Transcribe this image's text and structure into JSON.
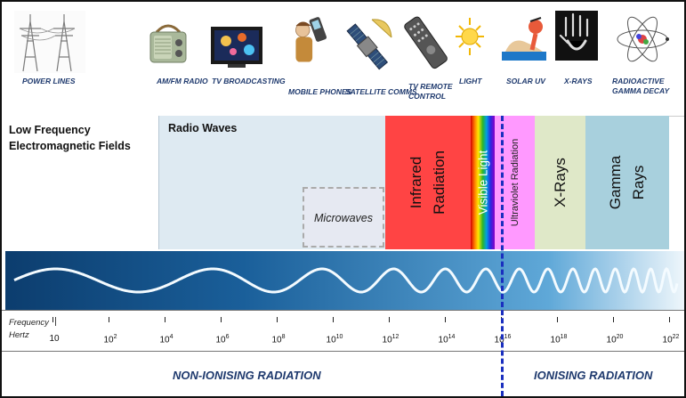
{
  "sources": [
    {
      "id": "power-lines",
      "label": "POWER LINES",
      "icon": "power-lines-icon"
    },
    {
      "id": "radio",
      "label": "AM/FM RADIO",
      "icon": "radio-icon"
    },
    {
      "id": "tv",
      "label": "TV BROADCASTING",
      "icon": "television-icon"
    },
    {
      "id": "mobile",
      "label": "MOBILE PHONES",
      "icon": "mobile-phone-icon"
    },
    {
      "id": "satellite",
      "label": "SATELLITE COMMS",
      "icon": "satellite-icon"
    },
    {
      "id": "remote",
      "label": "TV REMOTE CONTROL",
      "icon": "remote-control-icon"
    },
    {
      "id": "light",
      "label": "LIGHT",
      "icon": "sun-icon"
    },
    {
      "id": "solar-uv",
      "label": "SOLAR UV",
      "icon": "sunbather-icon"
    },
    {
      "id": "xrays",
      "label": "X-RAYS",
      "icon": "xray-hand-icon"
    },
    {
      "id": "gamma",
      "label": "RADIOACTIVE GAMMA DECAY",
      "icon": "atom-icon"
    }
  ],
  "bands": {
    "low_freq": "Low Frequency Electromagnetic Fields",
    "radio": "Radio Waves",
    "microwaves": "Microwaves",
    "infrared_1": "Infrared",
    "infrared_2": "Radiation",
    "visible": "Visible Light",
    "ultraviolet": "Ultraviolet Radiation",
    "xrays": "X-Rays",
    "gamma_1": "Gamma",
    "gamma_2": "Rays"
  },
  "frequency": {
    "label_1": "Frequency",
    "label_2": "Hertz",
    "ticks": [
      {
        "base": "10",
        "exp": ""
      },
      {
        "base": "10",
        "exp": "2"
      },
      {
        "base": "10",
        "exp": "4"
      },
      {
        "base": "10",
        "exp": "6"
      },
      {
        "base": "10",
        "exp": "8"
      },
      {
        "base": "10",
        "exp": "10"
      },
      {
        "base": "10",
        "exp": "12"
      },
      {
        "base": "10",
        "exp": "14"
      },
      {
        "base": "10",
        "exp": "16"
      },
      {
        "base": "10",
        "exp": "18"
      },
      {
        "base": "10",
        "exp": "20"
      },
      {
        "base": "10",
        "exp": "22"
      }
    ]
  },
  "categories": {
    "non_ionising": "NON-IONISING RADIATION",
    "ionising": "IONISING RADIATION"
  },
  "colors": {
    "radio_band": "#deeaf2",
    "infrared": "#ff4444",
    "ultraviolet": "#ff99ff",
    "xray": "#dfe8c8",
    "gamma": "#a8d0dd",
    "divider": "#1a2fbf",
    "label": "#1f3a6e"
  }
}
